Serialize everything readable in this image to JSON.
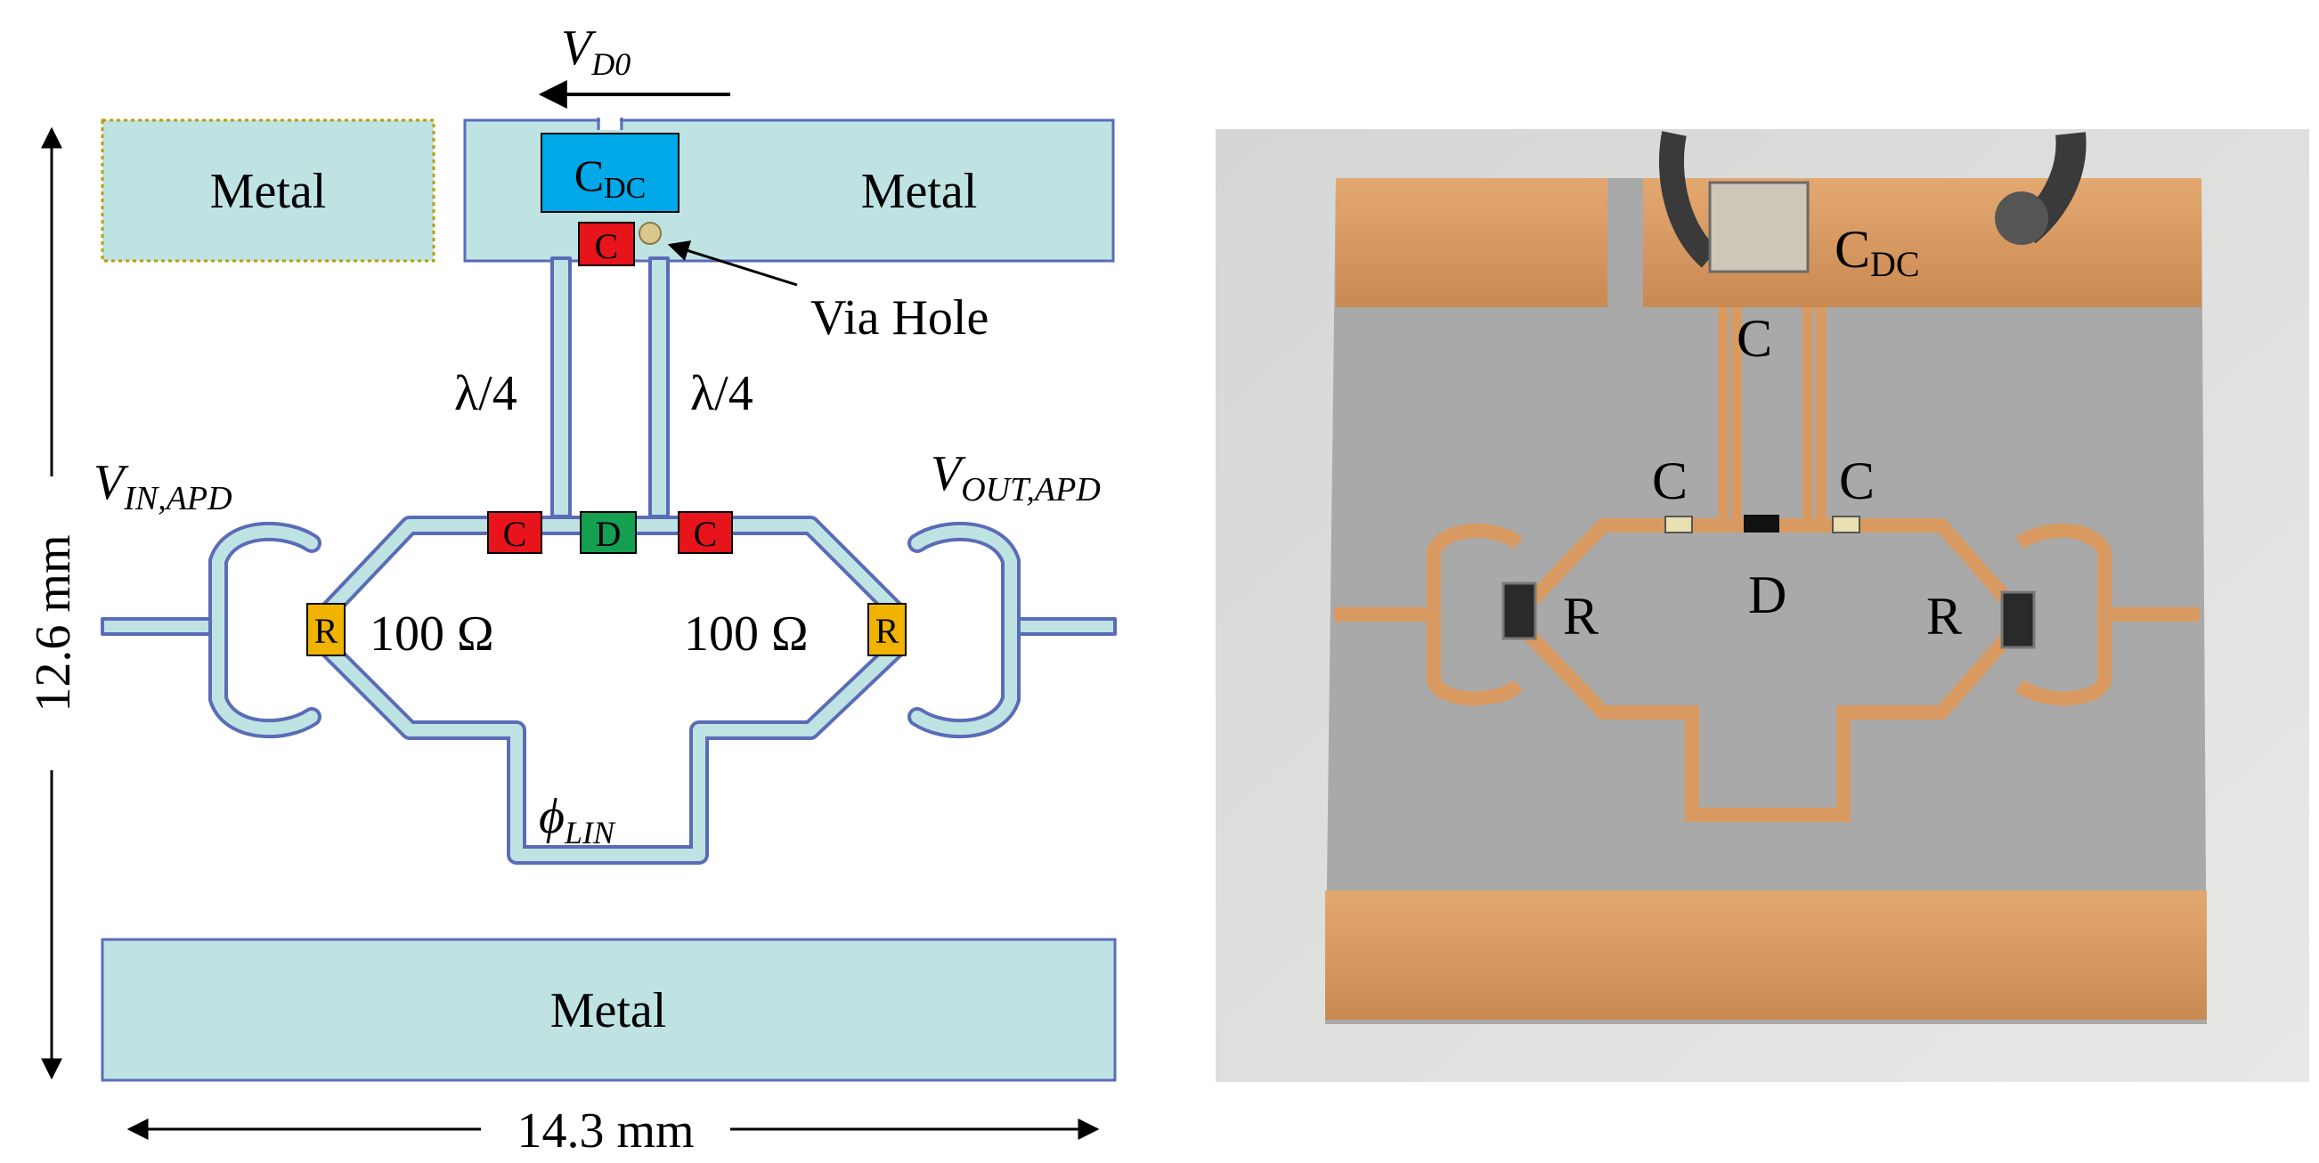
{
  "diagram": {
    "vd0_label": "V",
    "vd0_sub": "D0",
    "metal_left_top": "Metal",
    "metal_right_top": "Metal",
    "metal_bottom": "Metal",
    "cdc_label": "C",
    "cdc_sub": "DC",
    "c_label": "C",
    "d_label": "D",
    "r_label": "R",
    "via_hole_label": "Via Hole",
    "lambda_left": "λ/4",
    "lambda_right": "λ/4",
    "vin_label": "V",
    "vin_sub": "IN,APD",
    "vout_label": "V",
    "vout_sub": "OUT,APD",
    "res_left": "100 Ω",
    "res_right": "100 Ω",
    "phi_label": "ϕ",
    "phi_sub": "LIN",
    "dim_vertical": "12.6 mm",
    "dim_horizontal": "14.3 mm"
  },
  "photo": {
    "cdc_label": "C",
    "cdc_sub": "DC",
    "c_top": "C",
    "c_left": "C",
    "c_right": "C",
    "d_label": "D",
    "r_left": "R",
    "r_right": "R"
  },
  "colors": {
    "trace_fill": "#bfe3e3",
    "trace_stroke": "#5a6cb8",
    "cdc_fill": "#00a8e8",
    "capacitor_fill": "#e8141c",
    "diode_fill": "#14a050",
    "resistor_fill": "#f0b400",
    "copper": "#d89a60",
    "substrate": "#a9a9a9"
  }
}
